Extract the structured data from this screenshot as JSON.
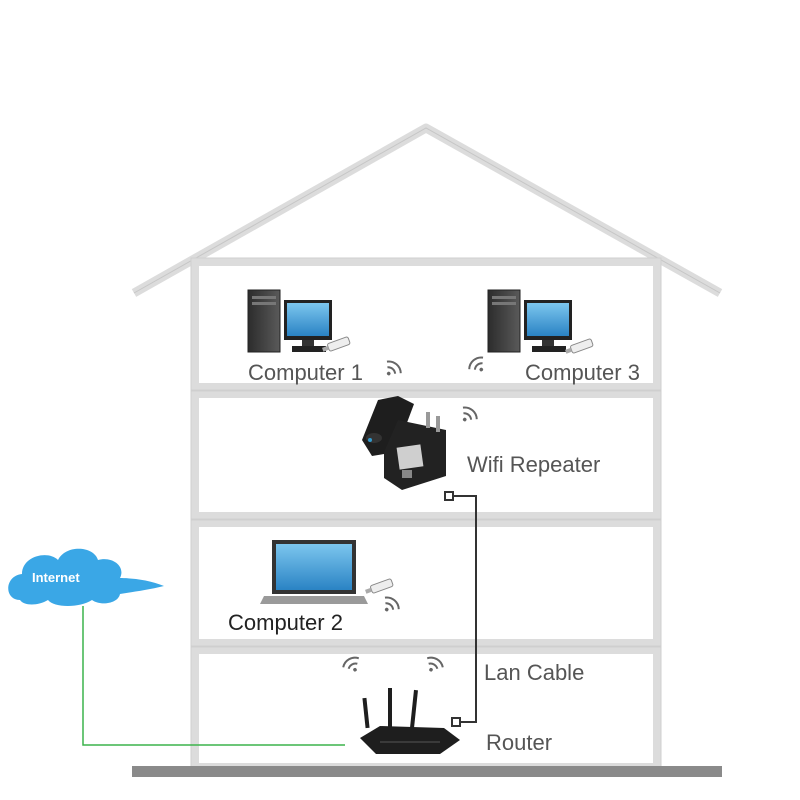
{
  "labels": {
    "computer_1": "Computer 1",
    "computer_3": "Computer 3",
    "wifi_repeater": "Wifi Repeater",
    "computer_2": "Computer 2",
    "lan_cable": "Lan Cable",
    "router": "Router",
    "internet": "Internet"
  },
  "colors": {
    "house_wall": "#dcdcdc",
    "house_edge": "#c8c8c8",
    "floor_base": "#8a8a8a",
    "cloud": "#3aa7e6",
    "internet_line": "#3cb44b",
    "lan_cable": "#333333",
    "monitor_screen": "#4aa3d8",
    "device_black": "#1e1e1e"
  },
  "icons": [
    "desktop-computer-icon",
    "laptop-icon",
    "usb-wifi-adapter-icon",
    "wifi-signal-icon",
    "wifi-repeater-icon",
    "router-icon",
    "cloud-icon"
  ]
}
